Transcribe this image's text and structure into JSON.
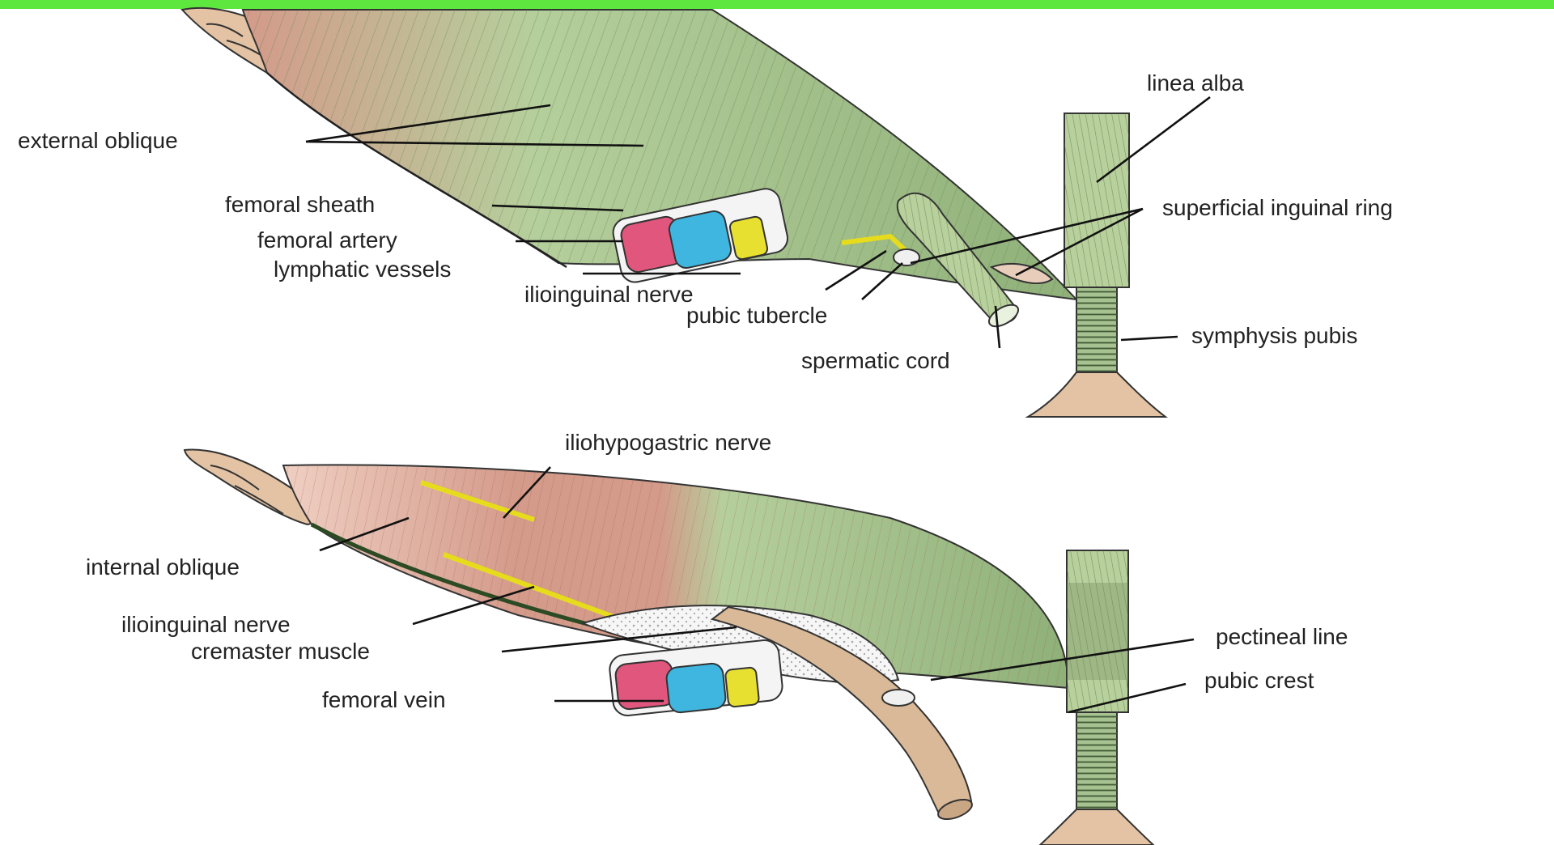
{
  "colors": {
    "top_bar": "#5ee83f",
    "muscle_green": "#b5cf9c",
    "muscle_green_dark": "#8fb079",
    "muscle_red": "#d49a8a",
    "muscle_pink": "#efcfc2",
    "bone": "#e3c3a4",
    "artery": "#e0567c",
    "vein": "#3fb6e0",
    "lymph": "#e8e030",
    "nerve": "#e6dc1c",
    "cord": "#b8d09c",
    "text": "#222222"
  },
  "upper_panel": {
    "labels": {
      "linea_alba": "linea alba",
      "external_oblique": "external oblique",
      "superficial_inguinal_ring": "superficial inguinal ring",
      "femoral_sheath": "femoral sheath",
      "femoral_artery": "femoral artery",
      "lymphatic_vessels": "lymphatic vessels",
      "ilioinguinal_nerve": "ilioinguinal nerve",
      "pubic_tubercle": "pubic tubercle",
      "symphysis_pubis": "symphysis pubis",
      "spermatic_cord": "spermatic cord"
    }
  },
  "lower_panel": {
    "labels": {
      "iliohypogastric_nerve": "iliohypogastric nerve",
      "internal_oblique": "internal oblique",
      "ilioinguinal_nerve": "ilioinguinal nerve",
      "cremaster_muscle": "cremaster muscle",
      "femoral_vein": "femoral vein",
      "pectineal_line": "pectineal line",
      "pubic_crest": "pubic crest"
    }
  }
}
